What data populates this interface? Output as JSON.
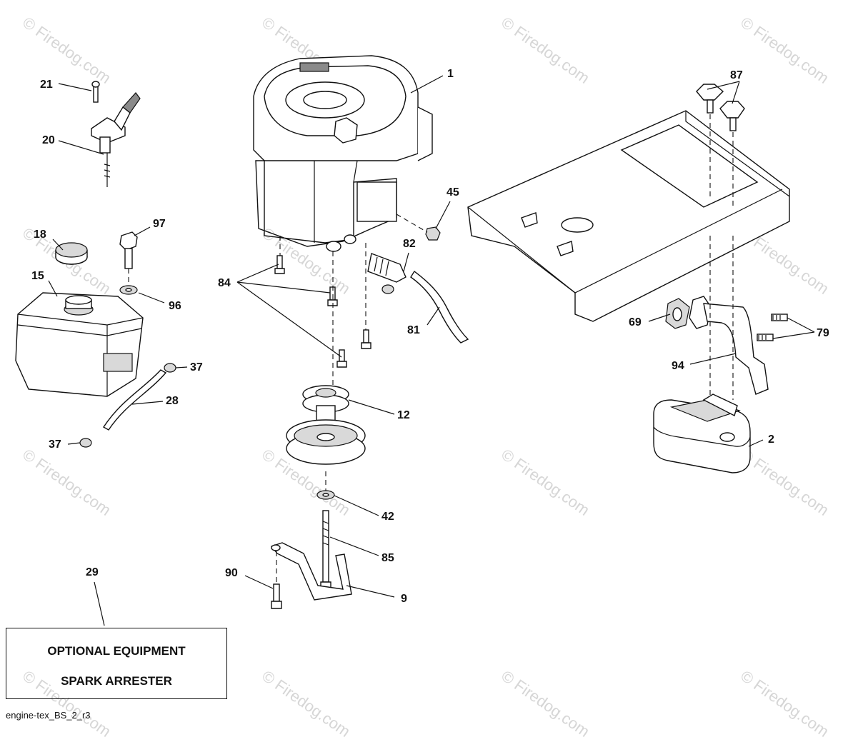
{
  "diagram": {
    "watermark": "© Firedog.com",
    "callouts": {
      "c1": "1",
      "c2": "2",
      "c9": "9",
      "c12": "12",
      "c15": "15",
      "c18": "18",
      "c20": "20",
      "c21": "21",
      "c28": "28",
      "c29": "29",
      "c37a": "37",
      "c37b": "37",
      "c42": "42",
      "c45": "45",
      "c69": "69",
      "c79": "79",
      "c81": "81",
      "c82": "82",
      "c84": "84",
      "c85": "85",
      "c87": "87",
      "c90": "90",
      "c94": "94",
      "c96": "96",
      "c97": "97"
    }
  },
  "note_box": {
    "line1": "OPTIONAL EQUIPMENT",
    "line2": "SPARK ARRESTER"
  },
  "drawing_code": "engine-tex_BS_2_r3"
}
